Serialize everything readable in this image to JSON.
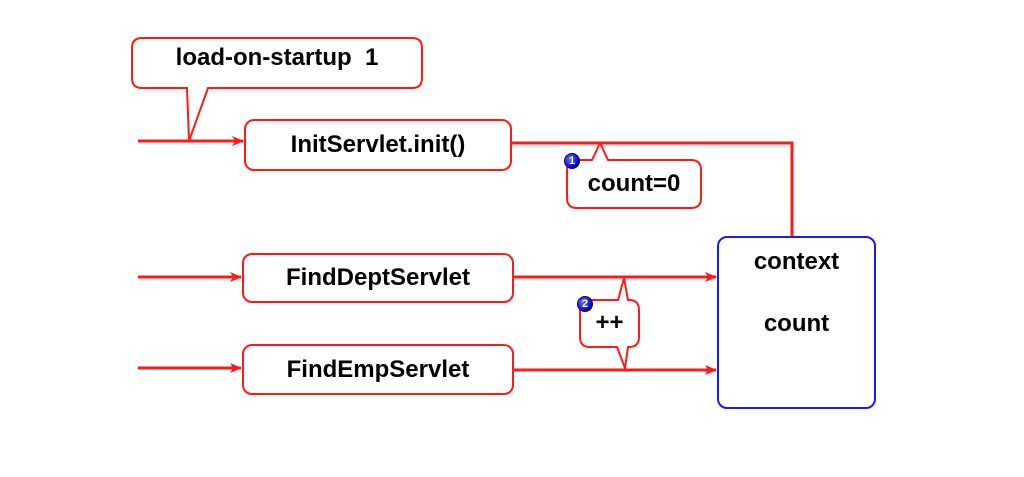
{
  "colors": {
    "flow": "#ff1a1a",
    "context_border": "#1a1aff",
    "badge": "#0000c8"
  },
  "callouts": {
    "startup": "load-on-startup  1",
    "init_note": "count=0",
    "increment_note": "++"
  },
  "servlets": {
    "init": "InitServlet.init()",
    "dept": "FindDeptServlet",
    "emp": "FindEmpServlet"
  },
  "context": {
    "title": "context",
    "field": "count"
  },
  "badges": {
    "first": "1",
    "second": "2"
  }
}
